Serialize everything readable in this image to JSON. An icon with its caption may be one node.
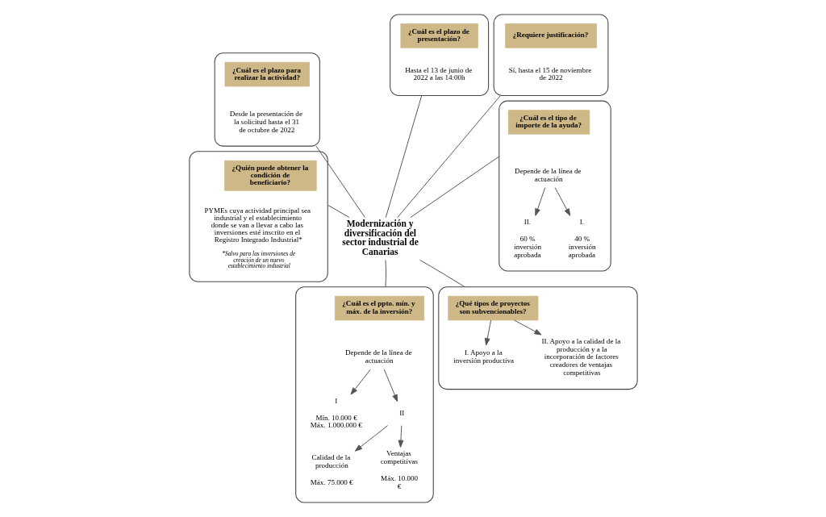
{
  "diagram": {
    "nodes": [
      {
        "text": [],
        "shape": "box"
      },
      {
        "text": [
          "¿Cuál es el plazo de presentación?"
        ],
        "in": 0
      },
      {
        "text": [
          "Hasta el 13 de junio de 2022 a las 14:00h"
        ],
        "in": 0
      },
      {
        "text": [],
        "shape": "box"
      },
      {
        "text": [
          "¿Requiere justificación?"
        ],
        "in": 3
      },
      {
        "text": [
          "Sí, hasta el 15 de noviembre de 2022"
        ],
        "in": 3
      },
      {
        "text": [],
        "shape": "box"
      },
      {
        "text": [
          "¿Cuál es el plazo para realizar la actividad?"
        ],
        "in": 6
      },
      {
        "text": [
          "Desde la presentación de la solicitud hasta el 31 de octubre de 2022"
        ],
        "in": 6
      },
      {
        "text": [],
        "shape": "box"
      },
      {
        "text": [
          "¿Cuál es el tipo de importe de la ayuda?"
        ],
        "in": 9
      },
      {
        "text": [
          "Depende de la línea de actuación"
        ],
        "in": 9
      },
      {
        "text": [
          "I.",
          "40 % inversión aprobada"
        ],
        "in": 9
      },
      {
        "text": [
          "II.",
          "60 % inversión aprobada"
        ],
        "in": 9
      },
      {
        "text": [],
        "shape": "box"
      },
      {
        "text": [
          "¿Quién puede obtener la condición de beneficiario?"
        ],
        "in": 14
      },
      {
        "text": [
          "PYMEs cuya actividad principal sea industrial y el establecimiento donde se van a llevar a cabo las inversiones esté inscrito en el Registro Integrado Industrial*",
          "*Salvo para las inversiones de creación de un nuevo establecimiento industrial"
        ],
        "in": 14
      },
      {
        "text": [
          "Modernización y diversificación del sector industrial de Canarias"
        ]
      },
      {
        "text": [],
        "shape": "box"
      },
      {
        "text": [
          "¿Qué tipos de proyectos son subvencionables?"
        ],
        "in": 18
      },
      {
        "text": [
          "I. Apoyo a la inversión productiva"
        ],
        "in": 18
      },
      {
        "text": [
          "II. Apoyo a la calidad de la producción y a la incorporación de factores creadores de ventajas competitivas"
        ],
        "in": 18
      },
      {
        "text": [],
        "shape": "box"
      },
      {
        "text": [
          "¿Cuál es el ppto. mín. y máx. de la inversión?"
        ],
        "in": 22
      },
      {
        "text": [
          "Depende de la línea de actuación"
        ],
        "in": 22
      },
      {
        "text": [
          "I",
          "Mín. 10.000 € Máx. 1.000.000 €"
        ],
        "in": 22
      },
      {
        "text": [
          "II"
        ],
        "in": 22
      },
      {
        "text": [
          "Calidad de la producción",
          "Máx. 75.000 €"
        ],
        "in": 22
      },
      {
        "text": [
          "Ventajas competitivas",
          "Máx. 10.000 €"
        ],
        "in": 22
      }
    ],
    "edges": [
      {
        "from": 17,
        "to": 0,
        "arrow": "none"
      },
      {
        "from": 17,
        "to": 3,
        "arrow": "none"
      },
      {
        "from": 17,
        "to": 6,
        "arrow": "none"
      },
      {
        "from": 17,
        "to": 9,
        "arrow": "none"
      },
      {
        "from": 17,
        "to": 14,
        "arrow": "none"
      },
      {
        "from": 17,
        "to": 18,
        "arrow": "none"
      },
      {
        "from": 17,
        "to": 22,
        "arrow": "none"
      },
      {
        "from": 11,
        "to": 12,
        "arrow": "to"
      },
      {
        "from": 11,
        "to": 13,
        "arrow": "to"
      },
      {
        "from": 19,
        "to": 20,
        "arrow": "to"
      },
      {
        "from": 19,
        "to": 21,
        "arrow": "to"
      },
      {
        "from": 24,
        "to": 25,
        "arrow": "to"
      },
      {
        "from": 24,
        "to": 26,
        "arrow": "to"
      },
      {
        "from": 26,
        "to": 27,
        "arrow": "to"
      },
      {
        "from": 26,
        "to": 28,
        "arrow": "to"
      }
    ]
  }
}
